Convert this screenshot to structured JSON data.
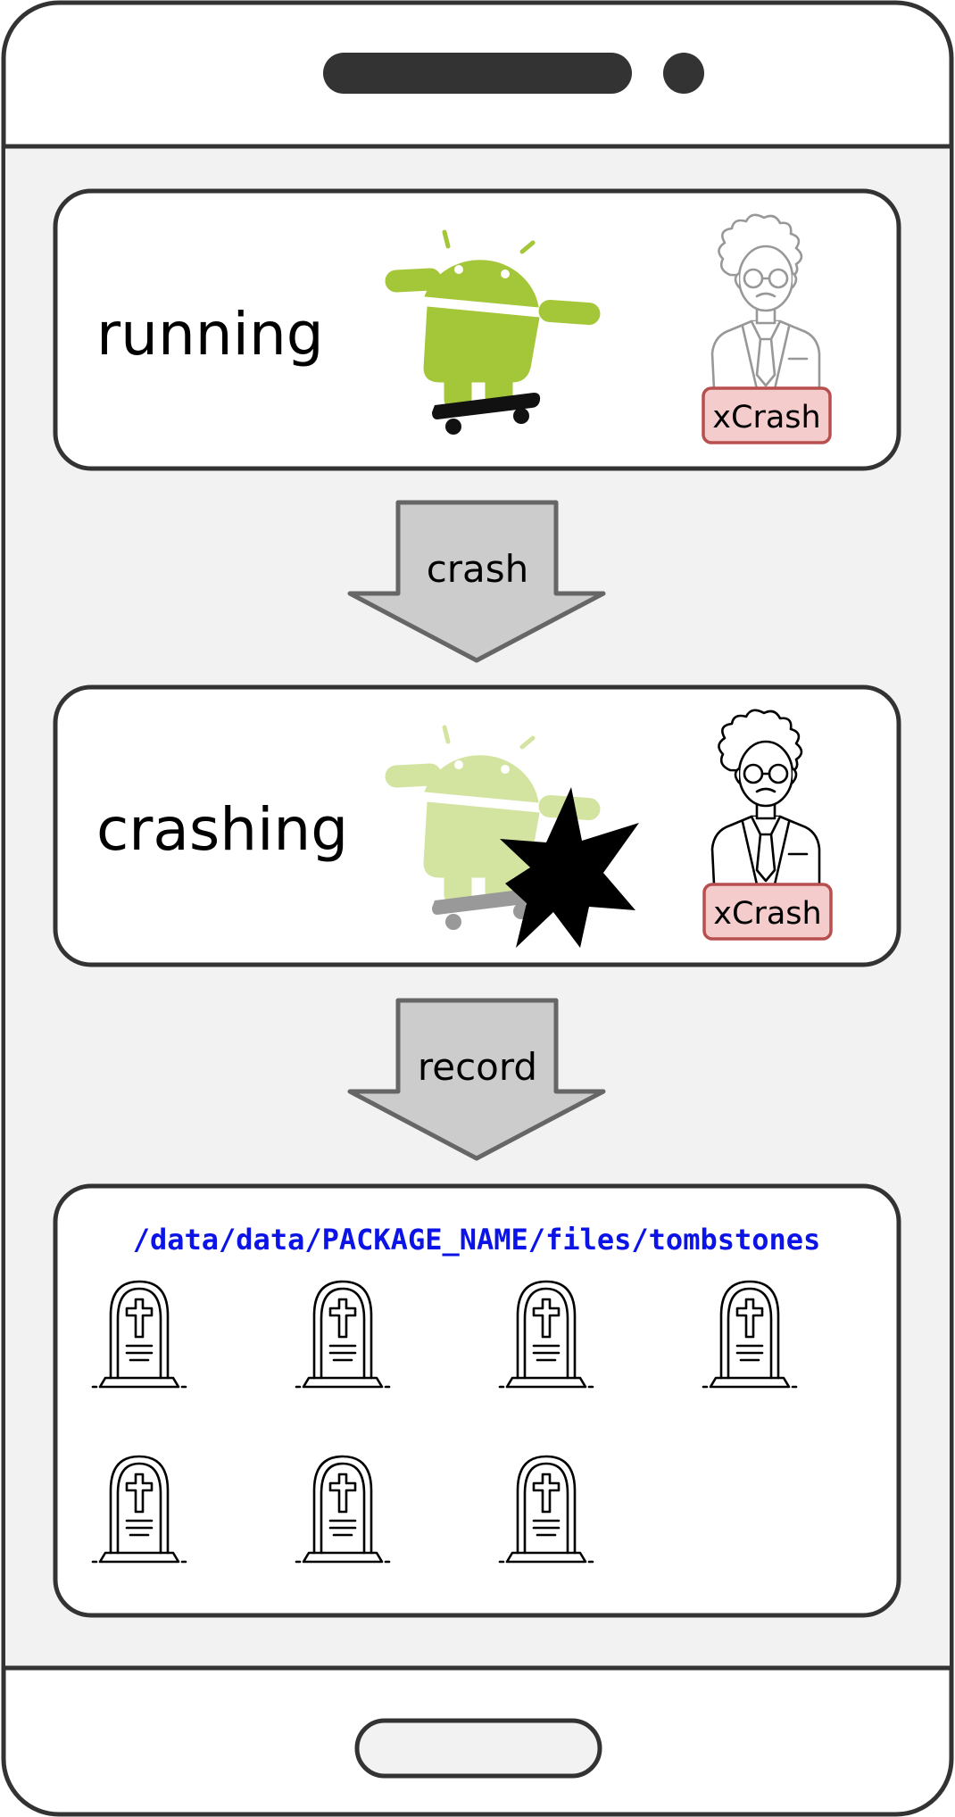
{
  "states": {
    "running": {
      "label": "running"
    },
    "crashing": {
      "label": "crashing"
    }
  },
  "badge": {
    "label": "xCrash"
  },
  "arrows": {
    "first": {
      "label": "crash"
    },
    "second": {
      "label": "record"
    }
  },
  "storage": {
    "path": "/data/data/PACKAGE_NAME/files/tombstones",
    "tombstone_count": 7
  },
  "colors": {
    "android_green": "#a4c639",
    "android_faded": "#d2e4a0",
    "badge_fill": "#f5cccc",
    "badge_border": "#b84e4e",
    "path_text": "#0b13e6",
    "screen_bg": "#f2f2f2",
    "arrow_fill": "#cccccc"
  }
}
